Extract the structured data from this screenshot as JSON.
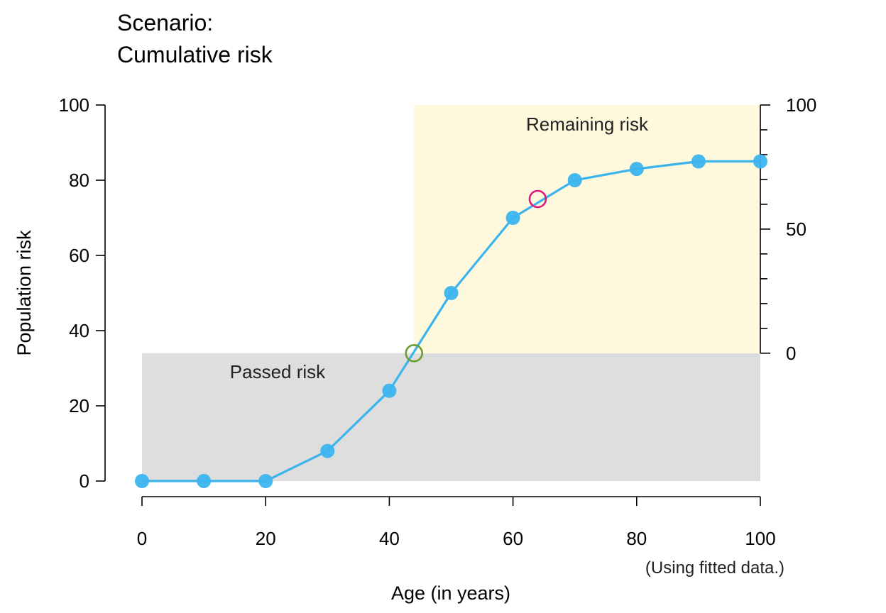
{
  "title_lines": [
    "Scenario:",
    "Cumulative risk"
  ],
  "colors": {
    "series": "#3bb4ee",
    "passed_region": "#dedede",
    "remaining_region": "#fef9dd",
    "marker_start": "#6b9e2c",
    "marker_end": "#e0177e",
    "axis": "#000000"
  },
  "chart_data": {
    "type": "line",
    "title": "Scenario: Cumulative risk",
    "xlabel": "Age (in years)",
    "ylabel": "Population risk",
    "xlim": [
      0,
      100
    ],
    "ylim": [
      0,
      100
    ],
    "x_ticks": [
      0,
      20,
      40,
      60,
      80,
      100
    ],
    "y_ticks": [
      0,
      20,
      40,
      60,
      80,
      100
    ],
    "grid": false,
    "series": [
      {
        "x": [
          0,
          10,
          20,
          30,
          40,
          50,
          60,
          70,
          80,
          90,
          100
        ],
        "y": [
          0,
          0,
          0,
          8,
          24,
          50,
          70,
          80,
          83,
          85,
          85
        ]
      }
    ],
    "markers": [
      {
        "x": 44,
        "y": 34,
        "role": "start"
      },
      {
        "x": 64,
        "y": 75,
        "role": "end"
      }
    ],
    "regions": [
      {
        "label": "Passed risk",
        "x": [
          0,
          100
        ],
        "y": [
          0,
          34
        ]
      },
      {
        "label": "Remaining risk",
        "x": [
          44,
          100
        ],
        "y": [
          34,
          100
        ]
      }
    ],
    "right_axis": {
      "range": [
        34,
        100
      ],
      "tick_labels": [
        "0",
        "50",
        "100"
      ]
    },
    "note": "(Using fitted data.)"
  }
}
